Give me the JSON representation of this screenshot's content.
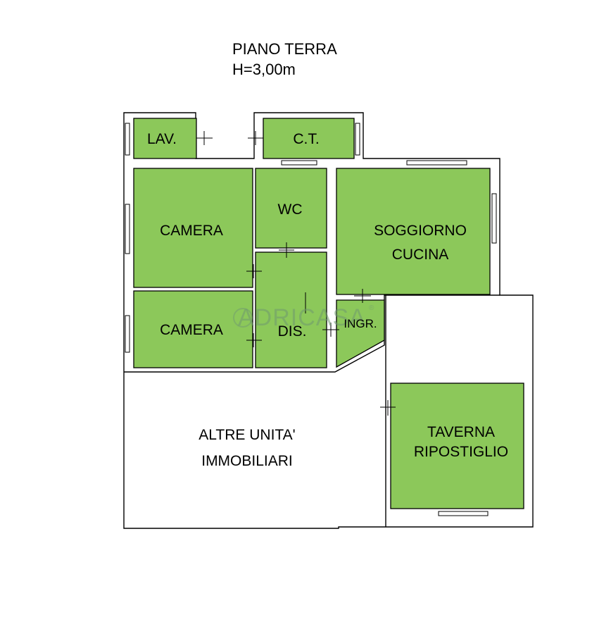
{
  "heading": {
    "floor": "PIANO TERRA",
    "height": "H=3,00m"
  },
  "rooms": {
    "lav": "LAV.",
    "ct": "C.T.",
    "camera_top": "CAMERA",
    "wc": "WC",
    "soggiorno_line1": "SOGGIORNO",
    "soggiorno_line2": "CUCINA",
    "camera_bottom": "CAMERA",
    "dis": "DIS.",
    "ingr": "INGR.",
    "taverna_line1": "TAVERNA",
    "taverna_line2": "RIPOSTIGLIO"
  },
  "other_units": {
    "line1": "ALTRE UNITA'",
    "line2": "IMMOBILIARI"
  },
  "watermark": {
    "brand": "ADRICASA",
    "mark": "®"
  },
  "colors": {
    "room_fill": "#8cc85a",
    "wall": "#000000",
    "background": "#ffffff"
  }
}
